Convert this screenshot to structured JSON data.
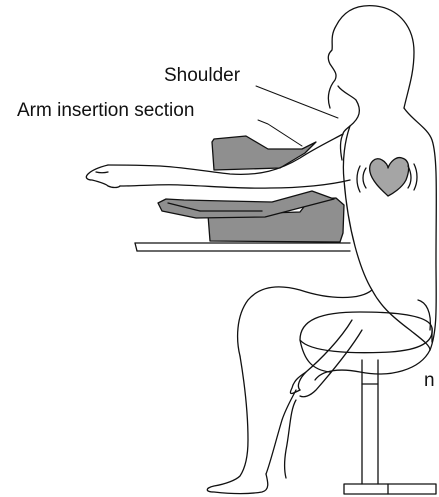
{
  "labels": {
    "shoulder": "Shoulder",
    "arm_insertion_section": "Arm insertion section",
    "cut_off_fragment": "n"
  },
  "colors": {
    "outline": "#111111",
    "device_fill": "#8f8f8f",
    "heart_fill": "#a5a5a5",
    "background": "#ffffff"
  },
  "icons": {
    "heart": "heart-icon"
  }
}
